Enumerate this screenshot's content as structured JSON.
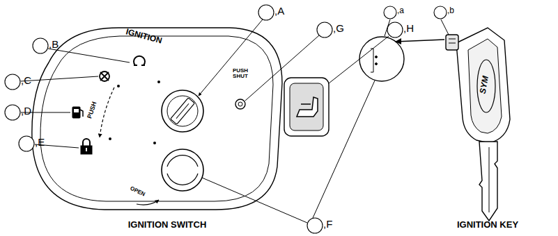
{
  "diagram": {
    "labels": [
      ",A",
      ",B",
      ",C",
      ",D",
      ",E",
      ",G",
      ",H",
      ",F",
      ",a",
      ",b",
      "IGNITION",
      "PUSH",
      "PUSH SHUT",
      "OPEN",
      "IGNITION SWITCH",
      "IGNITION KEY",
      "SYM"
    ]
  }
}
